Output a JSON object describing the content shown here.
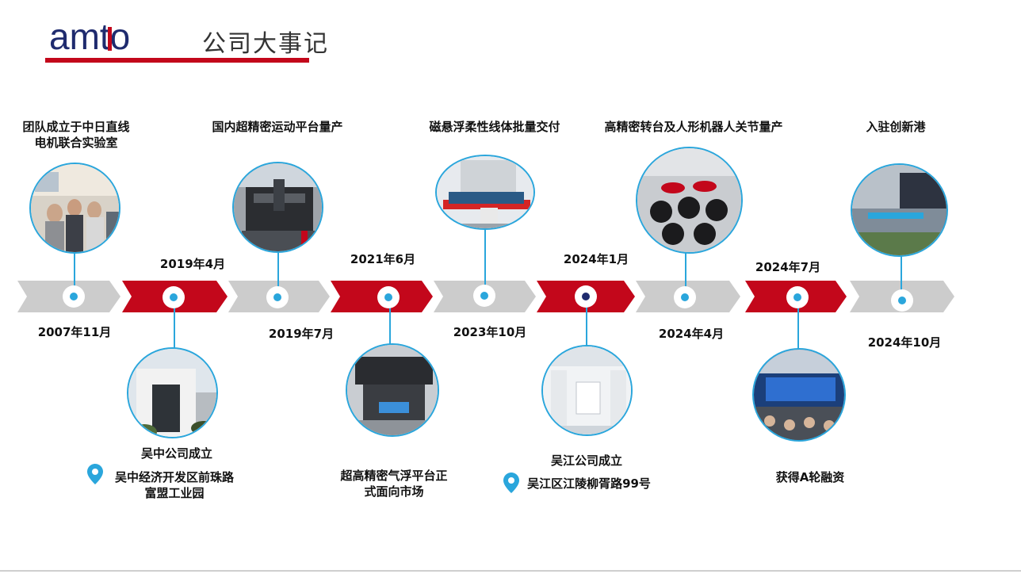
{
  "header": {
    "brand": "amto",
    "title": "公司大事记"
  },
  "colors": {
    "red": "#c3071b",
    "gray": "#cccccc",
    "blue": "#2aa6dc"
  },
  "timeline": {
    "events": [
      {
        "date": "2007年11月",
        "caption": "团队成立于中日直线电机联合实验室",
        "caption_lines": [
          "团队成立于中日直线",
          "电机联合实验室"
        ]
      },
      {
        "date": "2019年4月",
        "caption": "吴中公司成立",
        "address_lines": [
          "吴中经济开发区前珠路",
          "富盟工业园"
        ]
      },
      {
        "date": "2019年7月",
        "caption": "国内超精密运动平台量产"
      },
      {
        "date": "2021年6月",
        "caption_lines": [
          "超高精密气浮平台正",
          "式面向市场"
        ]
      },
      {
        "date": "2023年10月",
        "caption": "磁悬浮柔性线体批量交付"
      },
      {
        "date": "2024年1月",
        "caption": "吴江公司成立",
        "address_lines": [
          "吴江区江陵柳胥路99号"
        ]
      },
      {
        "date": "2024年4月",
        "caption": "高精密转台及人形机器人关节量产"
      },
      {
        "date": "2024年7月",
        "caption": "获得A轮融资"
      },
      {
        "date": "2024年10月",
        "caption": "入驻创新港"
      }
    ]
  }
}
